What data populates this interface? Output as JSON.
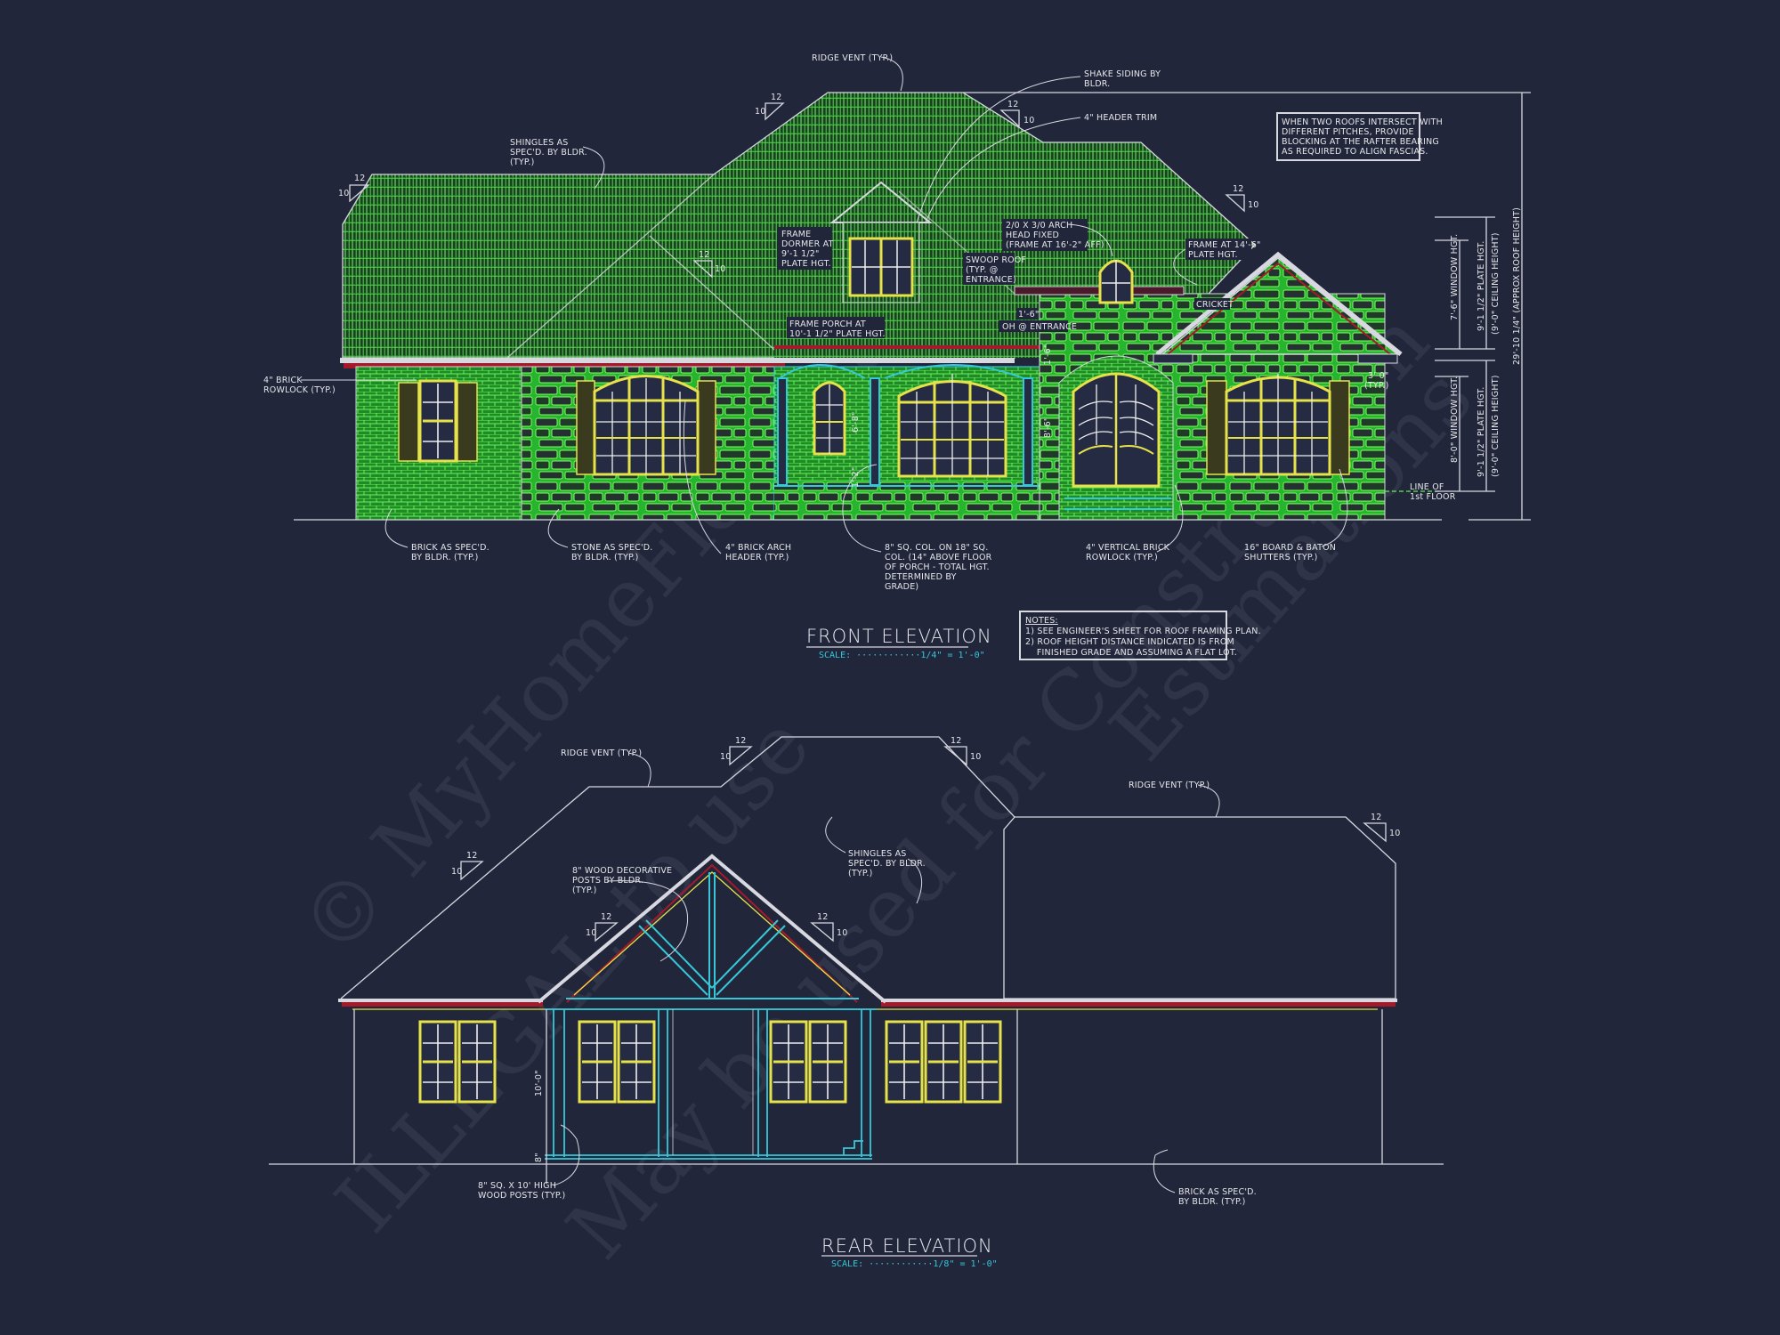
{
  "colors": {
    "background": "#21263a",
    "roof_green": "#1e9e28",
    "hatch_line": "#5cf04a",
    "outline": "#d8d8e0",
    "window_yellow": "#e6e24a",
    "fascia_red": "#c0182a",
    "porch_cyan": "#36c8d8"
  },
  "front_elevation": {
    "title": "FRONT ELEVATION",
    "scale": "SCALE: ············1/4\" = 1'-0\"",
    "pitch_labels": [
      {
        "rise": "10",
        "run": "12"
      },
      {
        "rise": "10",
        "run": "12"
      },
      {
        "rise": "10",
        "run": "12"
      },
      {
        "rise": "10",
        "run": "12"
      },
      {
        "rise": "10",
        "run": "12"
      }
    ],
    "callouts": {
      "ridge_vent": "RIDGE VENT (TYP.)",
      "shake_siding": [
        "SHAKE SIDING BY",
        "BLDR."
      ],
      "header_trim": "4\" HEADER TRIM",
      "shingles": [
        "SHINGLES AS",
        "SPEC'D. BY BLDR.",
        "(TYP.)"
      ],
      "frame_dormer": [
        "FRAME",
        "DORMER AT",
        "9'-1 1/2\"",
        "PLATE HGT."
      ],
      "arch_head": [
        "2/0 X 3/0 ARCH",
        "HEAD FIXED",
        "(FRAME AT 16'-2\" AFF)"
      ],
      "swoop_roof": [
        "SWOOP ROOF",
        "(TYP. @",
        "ENTRANCE)"
      ],
      "frame_1450": [
        "FRAME AT 14'-6\"",
        "PLATE HGT."
      ],
      "frame_porch": [
        "FRAME PORCH AT",
        "10'-1 1/2\" PLATE HGT."
      ],
      "oh_entrance_dim": "1'-6\"",
      "oh_entrance": "OH @ ENTRANCE",
      "cricket": "CRICKET",
      "brick_rowlock": [
        "4\" BRICK",
        "ROWLOCK (TYP.)"
      ],
      "eave_dim": [
        "3'-0\"",
        "(TYP.)"
      ],
      "line_of_floor": [
        "LINE OF",
        "1st FLOOR"
      ],
      "brick_spec": [
        "BRICK AS SPEC'D.",
        "BY BLDR. (TYP.)"
      ],
      "stone_spec": [
        "STONE AS SPEC'D.",
        "BY BLDR. (TYP.)"
      ],
      "brick_arch_header": [
        "4\" BRICK ARCH",
        "HEADER (TYP.)"
      ],
      "columns": [
        "8\" SQ. COL. ON 18\" SQ.",
        "COL. (14\" ABOVE FLOOR",
        "OF PORCH - TOTAL HGT.",
        "DETERMINED BY",
        "GRADE)"
      ],
      "vertical_rowlock": [
        "4\" VERTICAL BRICK",
        "ROWLOCK (TYP.)"
      ],
      "shutters": [
        "16\" BOARD & BATON",
        "SHUTTERS (TYP.)"
      ],
      "dim_window_left": "6'-8\"",
      "dim_door": "8'-6\"",
      "dim_small": "1'-2\"",
      "dim_small_top": "1'-6\""
    },
    "intersect_note": [
      "WHEN TWO ROOFS INTERSECT WITH",
      "DIFFERENT PITCHES, PROVIDE",
      "BLOCKING AT THE RAFTER BEARING",
      "AS REQUIRED TO ALIGN FASCIAS."
    ],
    "dimensions": {
      "upper_window": "7'-6\" WINDOW HGT.",
      "upper_plate": "9'-1 1/2\" PLATE HGT.",
      "upper_ceiling": "(9'-0\" CEILING HEIGHT)",
      "lower_window": "8'-0\" WINDOW HGT.",
      "lower_plate": "9'-1 1/2\" PLATE HGT.",
      "lower_ceiling": "(9'-0\" CEILING HEIGHT)",
      "roof_height": "29'-10 1/4\" (APPROX ROOF HEIGHT)"
    },
    "notes": {
      "heading": "NOTES:",
      "items": [
        "1) SEE ENGINEER'S SHEET FOR ROOF FRAMING PLAN.",
        "2) ROOF HEIGHT DISTANCE INDICATED IS FROM",
        "    FINISHED GRADE AND ASSUMING A FLAT LOT."
      ]
    }
  },
  "rear_elevation": {
    "title": "REAR ELEVATION",
    "scale": "SCALE: ············1/8\" = 1'-0\"",
    "callouts": {
      "ridge_vent_left": "RIDGE VENT (TYP.)",
      "ridge_vent_right": "RIDGE VENT (TYP.)",
      "decorative_posts": [
        "8\" WOOD DECORATIVE",
        "POSTS BY BLDR.",
        "(TYP.)"
      ],
      "shingles": [
        "SHINGLES AS",
        "SPEC'D. BY BLDR.",
        "(TYP.)"
      ],
      "wood_posts": [
        "8\" SQ. X 10' HIGH",
        "WOOD POSTS (TYP.)"
      ],
      "brick_spec": [
        "BRICK AS SPEC'D.",
        "BY BLDR. (TYP.)"
      ],
      "dim_post": "10'-0\"",
      "dim_step": "8\""
    },
    "pitch_label": {
      "rise": "10",
      "run": "12"
    }
  },
  "watermark": {
    "line1": "© MyHomeFloorPlans",
    "line2": "ILLEGAL to use",
    "line3": "May be used for Construction",
    "line4": "Estimations"
  }
}
